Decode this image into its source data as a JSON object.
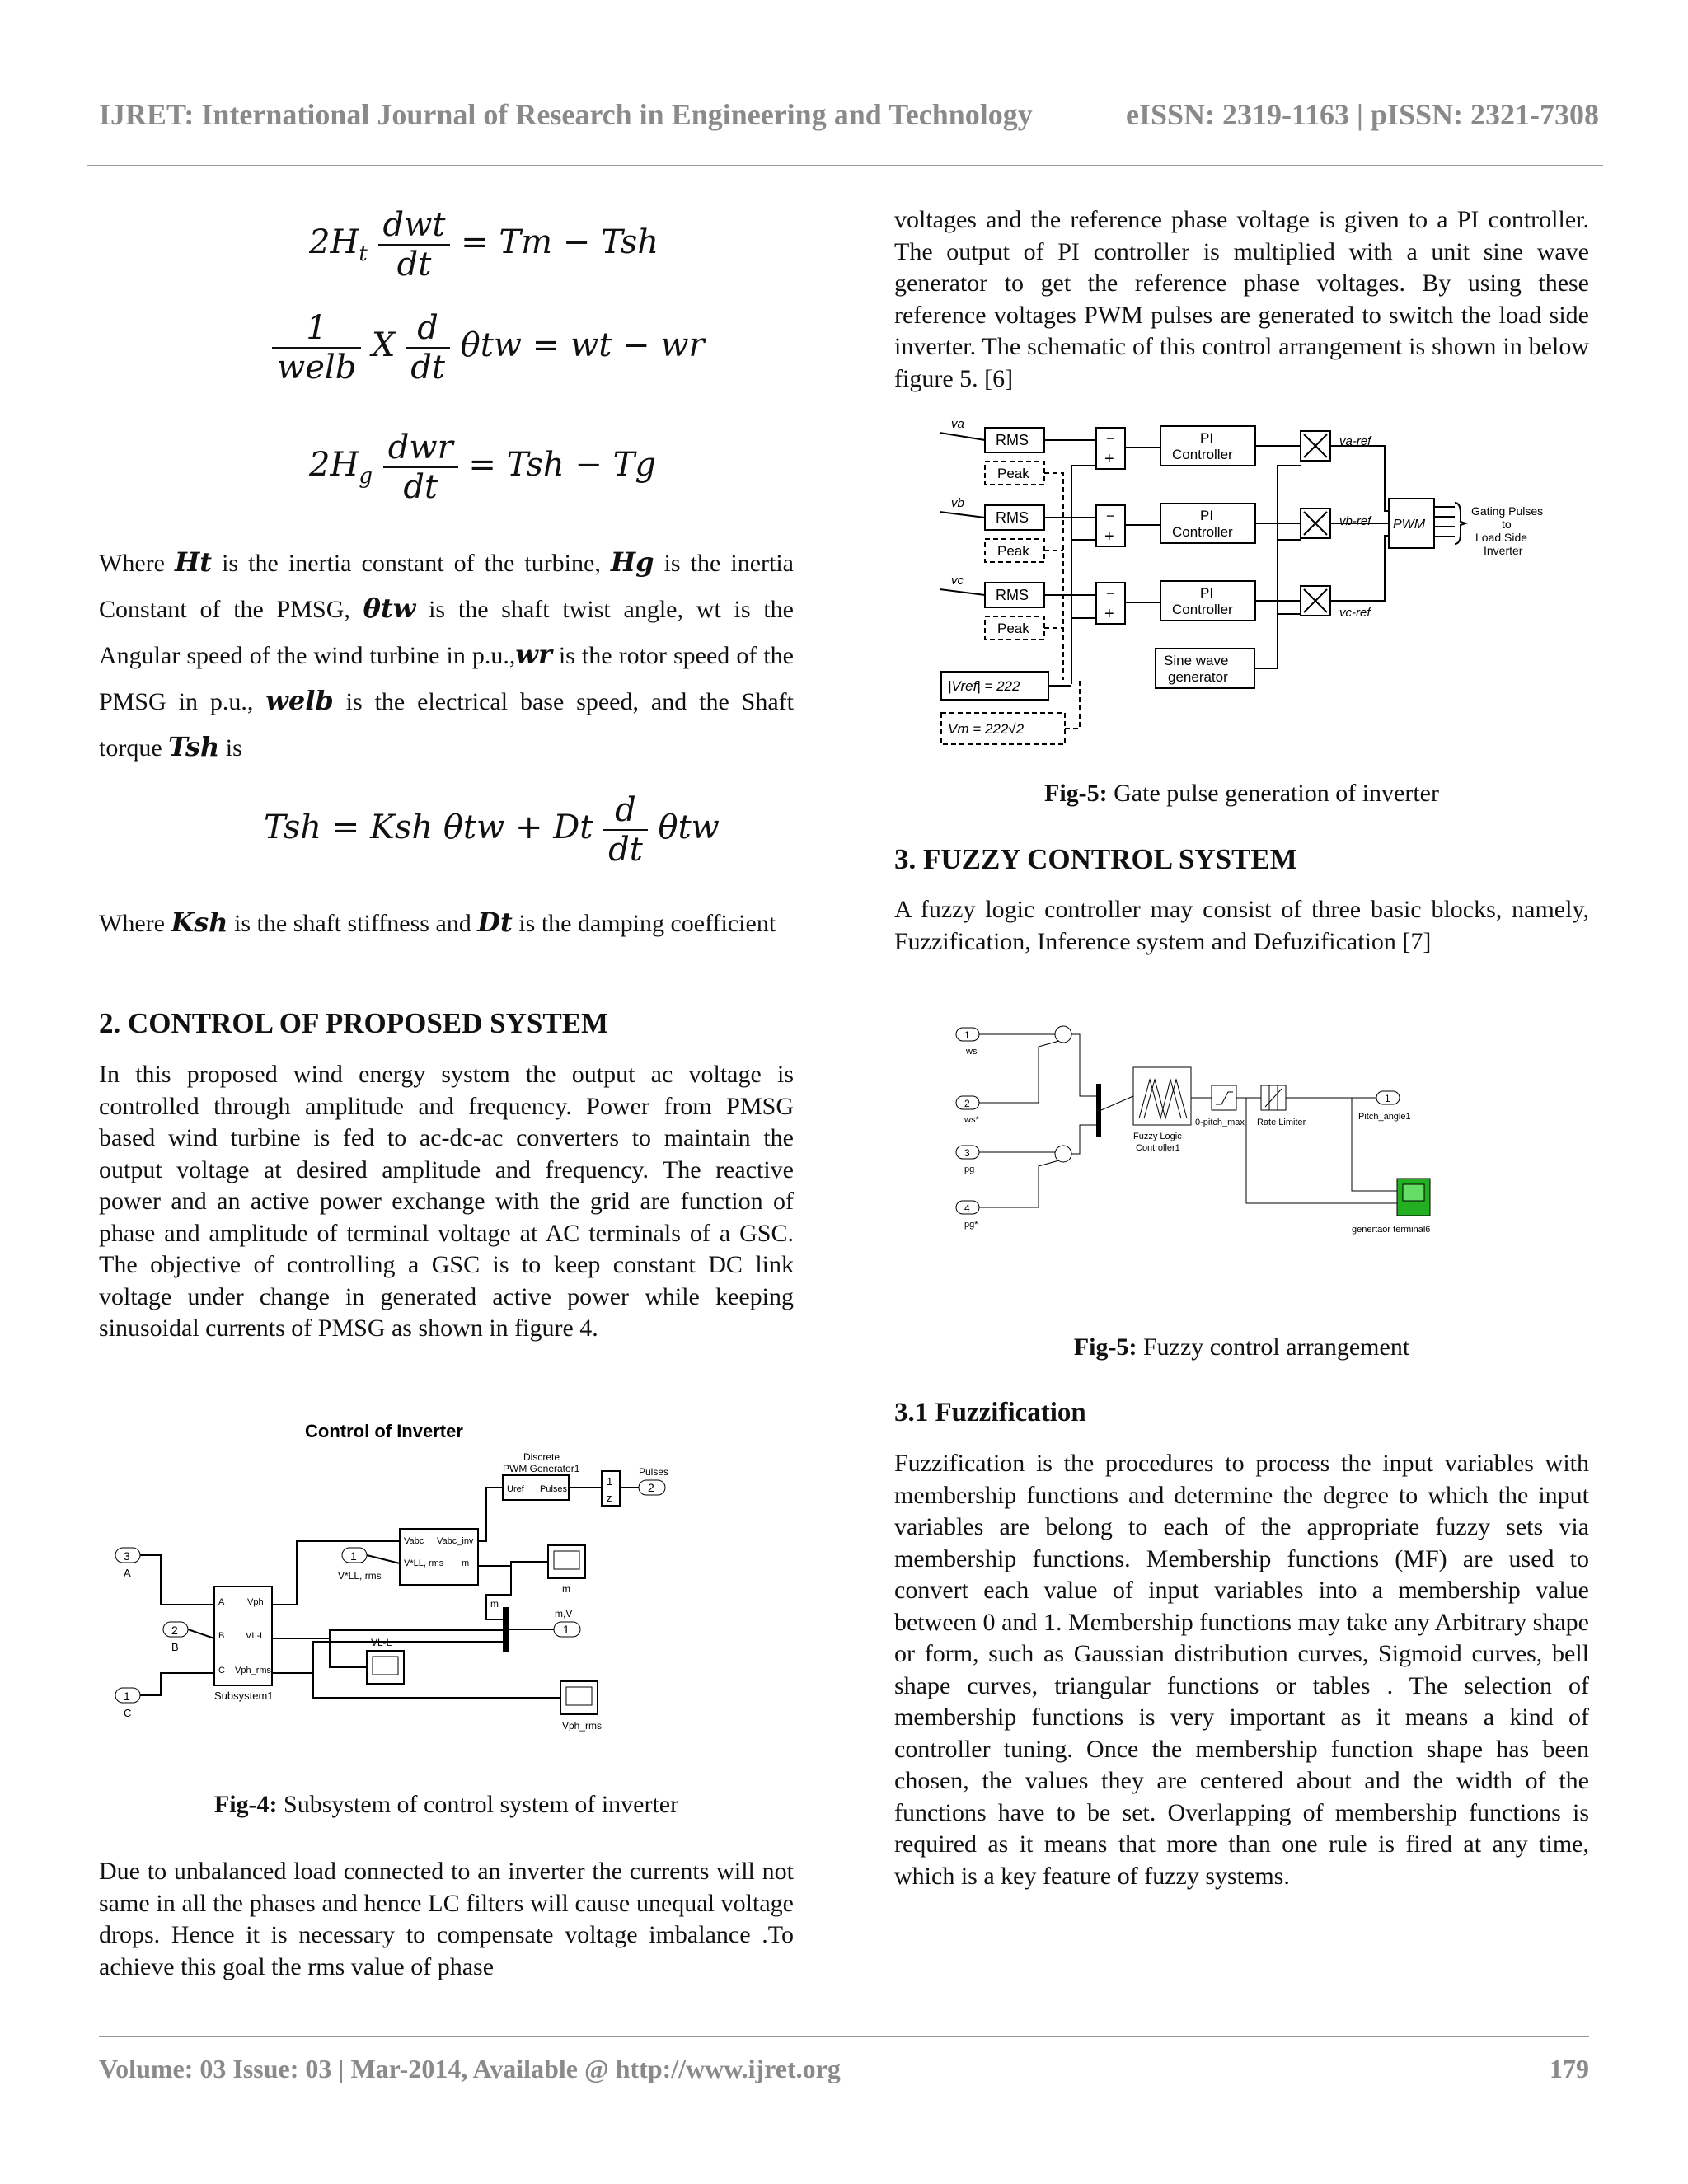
{
  "header": {
    "journal": "IJRET: International Journal of Research in Engineering and Technology",
    "issn": "eISSN: 2319-1163 | pISSN: 2321-7308"
  },
  "equations": {
    "eq1_lhs_coef": "2H",
    "eq1_lhs_sub": "t",
    "eq1_num": "dwt",
    "eq1_den": "dt",
    "eq1_rhs": "= Tm − Tsh",
    "eq2_num": "1",
    "eq2_den": "welb",
    "eq2_mid": "X",
    "eq2_dnum": "d",
    "eq2_dden": "dt",
    "eq2_rhs": "θtw = wt − wr",
    "eq3_lhs_coef": "2H",
    "eq3_lhs_sub": "g",
    "eq3_num": "dwr",
    "eq3_den": "dt",
    "eq3_rhs": "= Tsh − Tg",
    "eq4_lhs": "Tsh = Ksh θtw + Dt",
    "eq4_num": "d",
    "eq4_den": "dt",
    "eq4_rhs": "θtw"
  },
  "left": {
    "p1_a": "Where",
    "p1_sym1": "Ht",
    "p1_b": "is the inertia constant of the turbine,",
    "p1_sym2": "Hg",
    "p1_c": "is the inertia Constant of the PMSG,",
    "p1_sym3": "θtw",
    "p1_d": "is the shaft twist angle, wt is the Angular speed of the wind turbine in p.u.,",
    "p1_sym4": "wr",
    "p1_e": "is the rotor speed of the PMSG in p.u.,",
    "p1_sym5": "welb",
    "p1_f": "is the electrical base speed, and the Shaft torque",
    "p1_sym6": "Tsh",
    "p1_g": "is",
    "p2_a": "Where",
    "p2_sym1": "Ksh",
    "p2_b": "is the shaft stiffness and",
    "p2_sym2": "Dt",
    "p2_c": "is the damping coefficient",
    "section2_title": "2. CONTROL OF PROPOSED SYSTEM",
    "section2_body": "In this proposed wind energy system the output ac voltage is controlled through amplitude and frequency. Power from PMSG based wind turbine is fed to ac-dc-ac converters to maintain the output voltage at desired amplitude and frequency. The reactive power and an active power exchange with the grid are function of phase and amplitude of terminal voltage at AC terminals of a GSC. The objective of controlling a GSC is to keep constant DC link voltage under change in generated active power while keeping sinusoidal currents of PMSG as shown in figure 4.",
    "fig4_label": "Fig-4:",
    "fig4_caption": "Subsystem of control system of inverter",
    "para_after_fig4": "Due to unbalanced load connected to an inverter the currents will not same in all the phases and hence LC filters will cause unequal voltage drops. Hence it is necessary to compensate voltage imbalance .To achieve this goal the rms value of phase"
  },
  "right": {
    "para_top": "voltages and the reference phase voltage is given to a PI controller. The output of PI controller is multiplied with a unit sine wave generator to get the reference phase voltages. By using these reference voltages PWM pulses are generated to switch the load side inverter. The schematic of this control arrangement is shown in below figure 5. [6]",
    "fig5a_label": "Fig-5:",
    "fig5a_caption": "Gate pulse generation of inverter",
    "section3_title": "3. FUZZY CONTROL SYSTEM",
    "section3_body": "A fuzzy logic controller may consist of three basic blocks, namely, Fuzzification, Inference system and Defuzification [7]",
    "fig5b_label": "Fig-5:",
    "fig5b_caption": "Fuzzy control arrangement",
    "section31_title": "3.1 Fuzzification",
    "section31_body": "Fuzzification is the procedures to process the input variables with membership functions and determine the degree to which the input variables are belong to each of the appropriate fuzzy sets via membership functions. Membership functions (MF) are used to convert each value of input variables into a membership value between 0 and 1. Membership functions may take any Arbitrary shape or form, such as Gaussian distribution curves, Sigmoid curves, bell shape curves, triangular functions or tables . The selection of membership functions is very important as it means a kind of controller tuning. Once the membership function shape has been chosen, the values they are centered about and the width of the functions have to be set. Overlapping of membership functions is required as it means that more than one rule is fired at any time, which is a key feature of fuzzy systems."
  },
  "fig4": {
    "title": "Control of Inverter",
    "pwm_label1": "Discrete",
    "pwm_label2": "PWM Generator1",
    "uref": "Uref",
    "pulses": "Pulses",
    "delay_num": "1",
    "delay_den": "z",
    "out_pulses": "2",
    "out_pulses_label": "Pulses",
    "in_a": "3",
    "in_a_label": "A",
    "in_b": "2",
    "in_b_label": "B",
    "in_c": "1",
    "in_c_label": "C",
    "subsys_label": "Subsystem1",
    "sub_port_a": "A",
    "sub_port_b": "B",
    "sub_port_c": "C",
    "sub_out1": "Vph",
    "sub_out2": "VL-L",
    "sub_out3": "Vph_rms",
    "const1": "1",
    "const1_label": "V*LL, rms",
    "blk_in1": "Vabc",
    "blk_in2": "V*LL, rms",
    "blk_out": "Vabc_inv",
    "blk_m": "m",
    "scope_m": "m",
    "scope_vll": "VL-L",
    "mux_m": "m",
    "out1": "1",
    "out1_label": "m,V",
    "scope_vph": "Vph_rms"
  },
  "fig5a": {
    "va": "va",
    "vb": "vb",
    "vc": "vc",
    "rms": "RMS",
    "peak": "Peak",
    "pi1": "PI",
    "pi2": "Controller",
    "minus": "−",
    "plus": "+",
    "varef": "va-ref",
    "vbref": "vb-ref",
    "vcref": "vc-ref",
    "pwm": "PWM",
    "gating1": "Gating Pulses",
    "gating2": "to",
    "gating3": "Load Side",
    "gating4": "Inverter",
    "sine1": "Sine wave",
    "sine2": "generator",
    "vref": "|Vref| = 222",
    "vm": "Vm = 222√2"
  },
  "fig5b": {
    "in1": "1",
    "in1_label": "ws",
    "in2": "2",
    "in2_label": "ws*",
    "in3": "3",
    "in3_label": "pg",
    "in4": "4",
    "in4_label": "pg*",
    "flc1": "Fuzzy Logic",
    "flc2": "Controller1",
    "sat": "0-pitch_max",
    "rate": "Rate Limiter",
    "out": "1",
    "out_label": "Pitch_angle1",
    "scope": "genertaor terminal6"
  },
  "footer": {
    "left": "Volume: 03 Issue: 03 | Mar-2014, Available @ http://www.ijret.org",
    "page": "179"
  }
}
